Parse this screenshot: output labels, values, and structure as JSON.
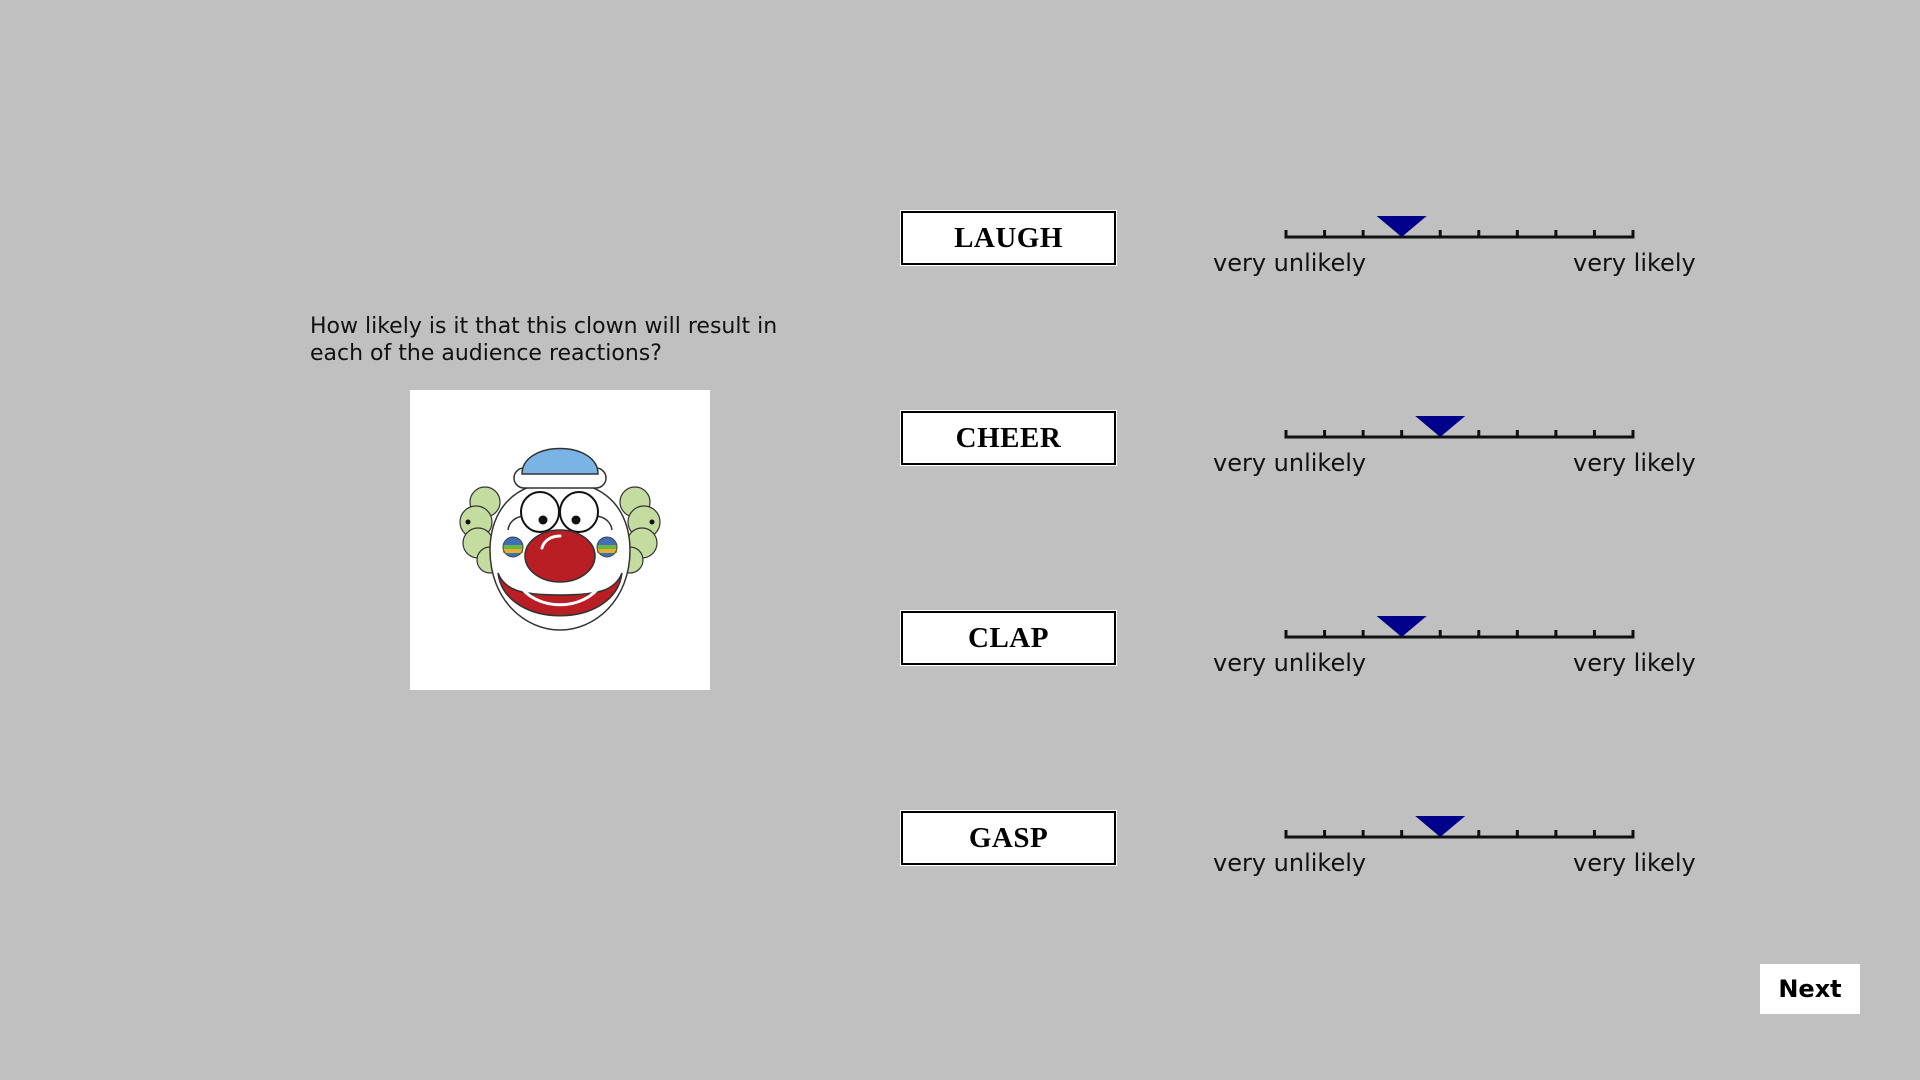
{
  "question": {
    "line1": "How likely is it that this clown will result in",
    "line2": "each of the audience reactions?"
  },
  "stimulus": {
    "icon": "clown-face-icon"
  },
  "reactions": [
    {
      "label": "LAUGH",
      "value": 3,
      "min_label": "very unlikely",
      "max_label": "very likely"
    },
    {
      "label": "CHEER",
      "value": 4,
      "min_label": "very unlikely",
      "max_label": "very likely"
    },
    {
      "label": "CLAP",
      "value": 3,
      "min_label": "very unlikely",
      "max_label": "very likely"
    },
    {
      "label": "GASP",
      "value": 4,
      "min_label": "very unlikely",
      "max_label": "very likely"
    }
  ],
  "scale": {
    "min": 0,
    "max": 9,
    "marker_color": "#00008b"
  },
  "next_label": "Next"
}
